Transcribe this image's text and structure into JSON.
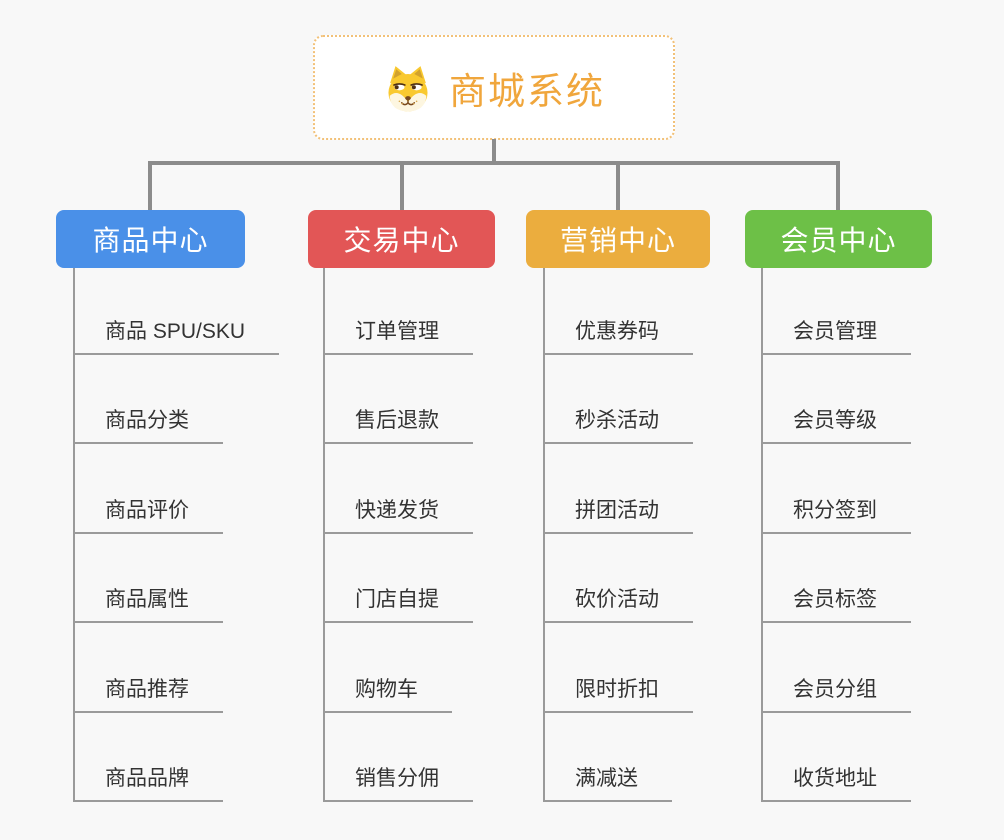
{
  "root": {
    "title": "商城系统",
    "icon": "dog-face-icon",
    "title_color": "#f0a63c",
    "border_color": "#f2c178"
  },
  "connector_color": "#8c8c8c",
  "line_color": "#9a9a9a",
  "background_color": "#f8f8f8",
  "branches": [
    {
      "label": "商品中心",
      "color": "#4a90e8",
      "children": [
        "商品 SPU/SKU",
        "商品分类",
        "商品评价",
        "商品属性",
        "商品推荐",
        "商品品牌"
      ]
    },
    {
      "label": "交易中心",
      "color": "#e25656",
      "children": [
        "订单管理",
        "售后退款",
        "快递发货",
        "门店自提",
        "购物车",
        "销售分佣"
      ]
    },
    {
      "label": "营销中心",
      "color": "#ebad3e",
      "children": [
        "优惠券码",
        "秒杀活动",
        "拼团活动",
        "砍价活动",
        "限时折扣",
        "满减送"
      ]
    },
    {
      "label": "会员中心",
      "color": "#6dc047",
      "children": [
        "会员管理",
        "会员等级",
        "积分签到",
        "会员标签",
        "会员分组",
        "收货地址"
      ]
    }
  ]
}
